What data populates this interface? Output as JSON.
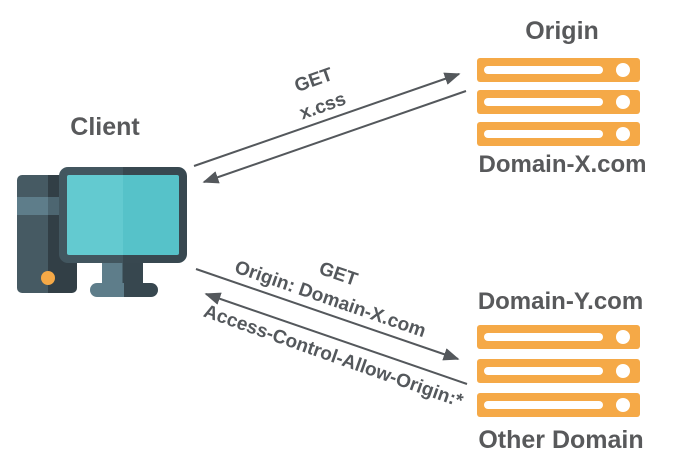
{
  "colors": {
    "accent_orange": "#F5A947",
    "screen_teal": "#63CAD0",
    "screen_teal_dark": "#56C2C9",
    "slate_dark": "#37474F",
    "slate": "#465A63",
    "slate_darker": "#323F46",
    "slate_light": "#5E7D8A",
    "slate_light_dark": "#4D6671",
    "arrow_gray": "#54585C",
    "text_gray": "#58595B",
    "canvas_bg": "#FFFFFF"
  },
  "client": {
    "label": "Client"
  },
  "origin_server": {
    "title": "Origin",
    "domain": "Domain-X.com"
  },
  "other_server": {
    "domain": "Domain-Y.com",
    "caption": "Other Domain"
  },
  "messages": {
    "top_request": {
      "line1": "GET",
      "line2": "x.css"
    },
    "bottom_request": {
      "line1": "GET",
      "line2": "Origin: Domain-X.com"
    },
    "bottom_response": "Access-Control-Allow-Origin:*"
  }
}
